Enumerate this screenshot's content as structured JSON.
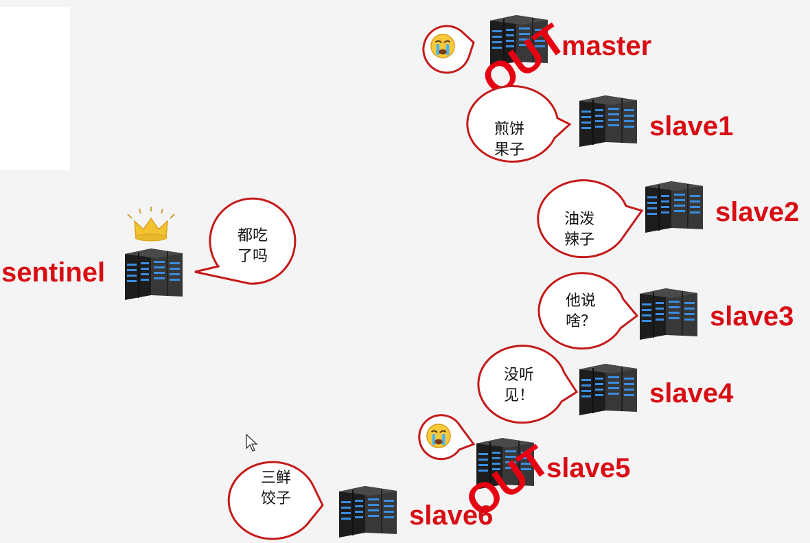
{
  "nodes": {
    "sentinel": {
      "label": "sentinel",
      "bubble": [
        "都吃",
        "了吗"
      ]
    },
    "master": {
      "label": "master",
      "status": "OUT"
    },
    "slave1": {
      "label": "slave1",
      "bubble": [
        "煎饼",
        "果子"
      ]
    },
    "slave2": {
      "label": "slave2",
      "bubble": [
        "油泼",
        "辣子"
      ]
    },
    "slave3": {
      "label": "slave3",
      "bubble": [
        "他说",
        "啥？"
      ]
    },
    "slave4": {
      "label": "slave4",
      "bubble": [
        "没听",
        "见！"
      ]
    },
    "slave5": {
      "label": "slave5",
      "status": "OUT"
    },
    "slave6": {
      "label": "slave6",
      "bubble": [
        "三鲜",
        "饺子"
      ]
    }
  },
  "icons": {
    "server": "server-rack-icon",
    "crown": "crown-icon",
    "crying": "crying-face-emoji-icon",
    "cursor": "mouse-cursor-icon"
  },
  "colors": {
    "label": "#d80d14",
    "bubble_border": "#c41a1a",
    "out_stamp": "#e60012",
    "crown": "#f2c230",
    "server_body": "#2a2a2a",
    "server_led": "#3b8de0",
    "background": "#f4f4f4"
  }
}
